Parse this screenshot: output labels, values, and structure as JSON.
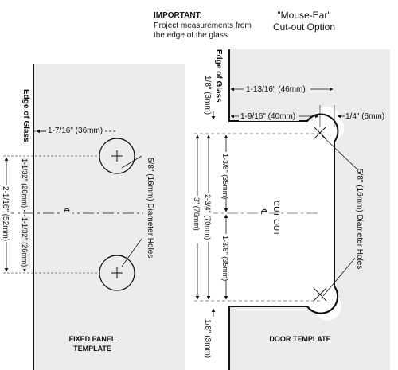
{
  "notice": {
    "heading": "IMPORTANT:",
    "line1": "Project measurements from",
    "line2": "the edge of the glass."
  },
  "option_title": {
    "line1": "\"Mouse-Ear\"",
    "line2": "Cut-out Option"
  },
  "fixed_panel": {
    "edge_label": "Edge of Glass",
    "offset": "1-7/16\" (36mm)",
    "upper_gap": "1-1/32\" (26mm)",
    "lower_gap": "1-1/32\" (26mm)",
    "total": "2-1/16\" (52mm)",
    "hole_label": "5/8\" (16mm) Diameter Holes",
    "centerline": "℄",
    "caption_line1": "FIXED PANEL",
    "caption_line2": "TEMPLATE"
  },
  "door": {
    "edge_label": "Edge of Glass",
    "outer_width": "1-13/16\" (46mm)",
    "inner_width": "1-9/16\" (40mm)",
    "ear_offset": "1/4\" (6mm)",
    "top_step": "1/8\" (3mm)",
    "bottom_step": "1/8\" (3mm)",
    "upper_half": "1-3/8\" (35mm)",
    "lower_half": "1-3/8\" (35mm)",
    "hole_spacing": "2-3/4\" (70mm)",
    "cutout_height": "3\" (76mm)",
    "cutout_label": "CUT OUT",
    "centerline": "℄",
    "hole_label": "5/8\" (16mm) Diameter Holes",
    "caption": "DOOR TEMPLATE"
  }
}
